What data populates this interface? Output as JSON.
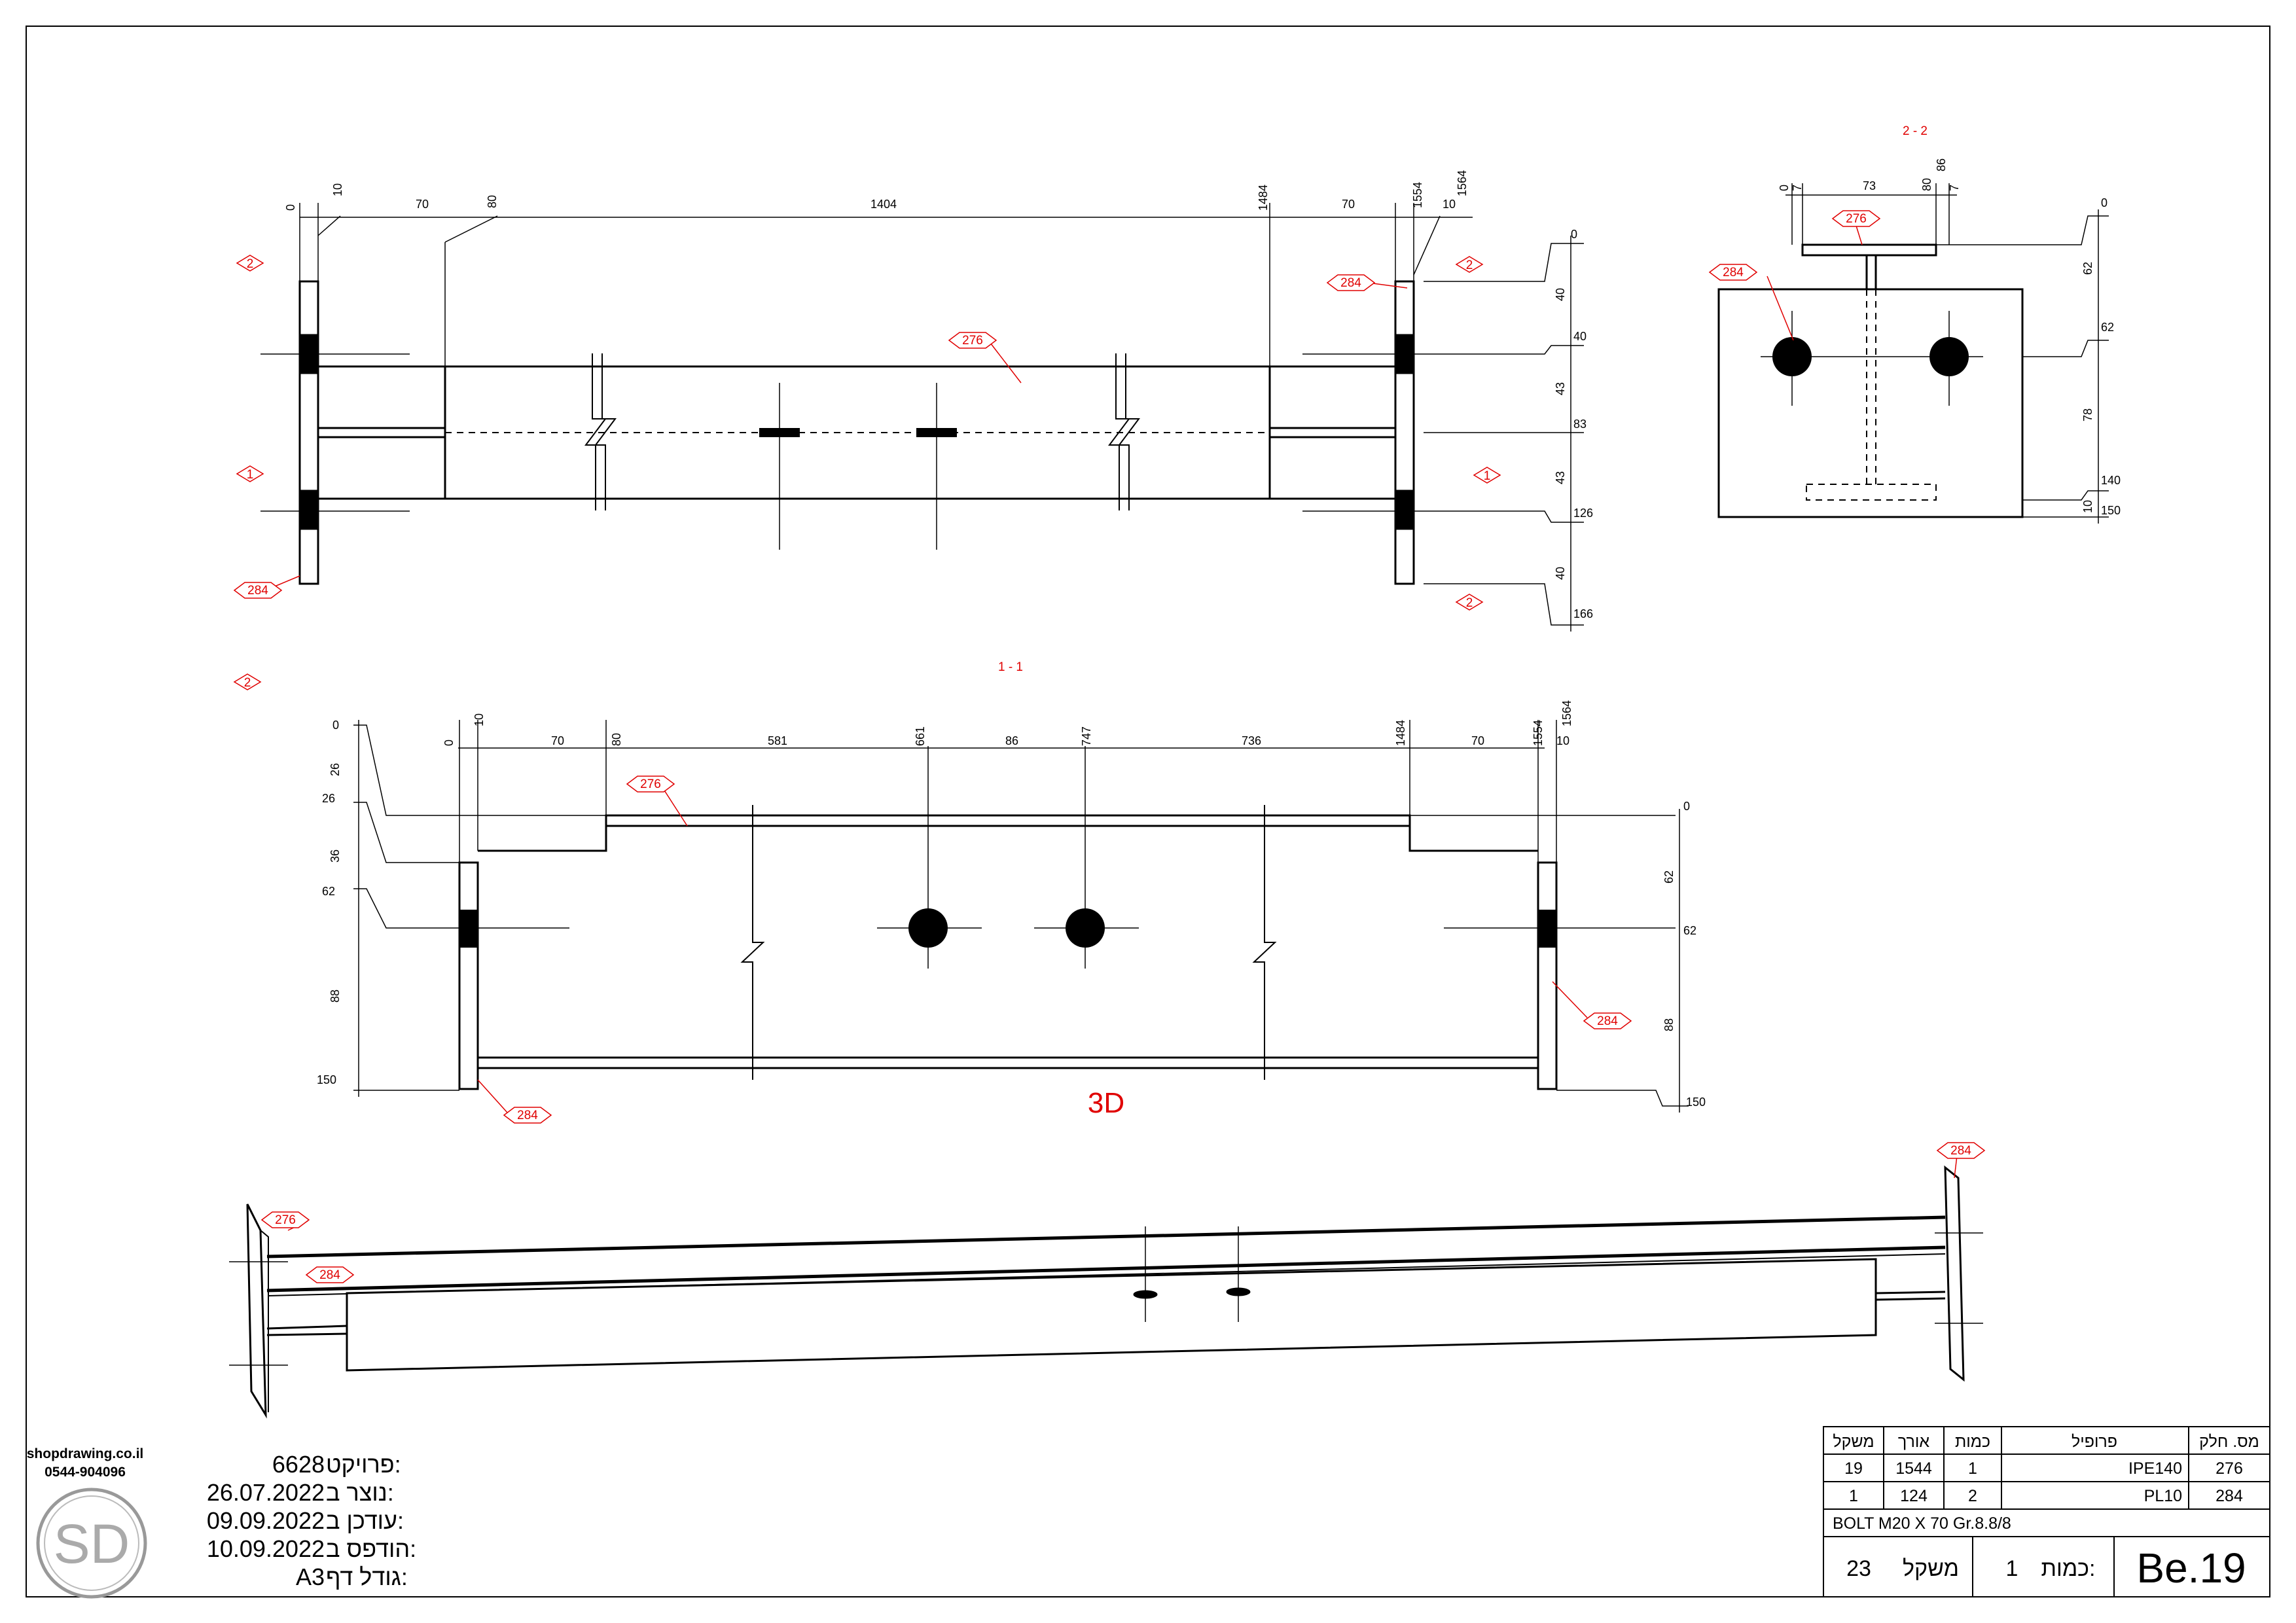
{
  "company": {
    "website": "shopdrawing.co.il",
    "phone": "0544-904096",
    "logo_text": "SD"
  },
  "stamp": [
    {
      "label": "פרויקט:",
      "value": "6628"
    },
    {
      "label": "נוצר ב:",
      "value": "26.07.2022"
    },
    {
      "label": "עודכן ב:",
      "value": "09.09.2022"
    },
    {
      "label": "הודפס ב:",
      "value": "10.09.2022"
    },
    {
      "label": "גודל דף:",
      "value": "A3"
    }
  ],
  "views": {
    "plan": {
      "top_dims": [
        "0",
        "10",
        "70",
        "80",
        "1404",
        "1484",
        "70",
        "1554",
        "10",
        "1564"
      ],
      "side_ordinates": [
        "0",
        "40",
        "83",
        "126",
        "166"
      ],
      "side_spans": [
        "40",
        "43",
        "43",
        "40"
      ],
      "section_marks": [
        "2",
        "1",
        "2",
        "1",
        "2",
        "2"
      ],
      "part_tags": [
        "276",
        "284",
        "284"
      ]
    },
    "section_1_1": {
      "title": "1 - 1",
      "top_dims": [
        "0",
        "10",
        "70",
        "80",
        "581",
        "661",
        "86",
        "747",
        "736",
        "1484",
        "70",
        "1554",
        "10",
        "1564"
      ],
      "left_ordinates": [
        "0",
        "26",
        "62",
        "150"
      ],
      "left_spans": [
        "26",
        "36",
        "88"
      ],
      "right_ordinates": [
        "0",
        "62",
        "150"
      ],
      "right_spans": [
        "62",
        "88"
      ],
      "part_tags": [
        "276",
        "284",
        "284"
      ]
    },
    "section_2_2": {
      "title": "2 - 2",
      "top_dims": [
        "0",
        "7",
        "73",
        "80",
        "86",
        "7"
      ],
      "right_ordinates": [
        "0",
        "62",
        "140",
        "150"
      ],
      "right_spans": [
        "62",
        "78",
        "10"
      ],
      "part_tags": [
        "276",
        "284"
      ]
    },
    "iso": {
      "title": "3D",
      "part_tags": [
        "284",
        "276",
        "284"
      ]
    }
  },
  "parts_table": {
    "headers": [
      "משקל",
      "אורך",
      "כמות",
      "פרופיל",
      "מס. חלק"
    ],
    "rows": [
      [
        "19",
        "1544",
        "1",
        "IPE140",
        "276"
      ],
      [
        "1",
        "124",
        "2",
        "PL10",
        "284"
      ]
    ],
    "bolt": "BOLT M20 X 70 Gr.8.8/8",
    "weight_label": "משקל",
    "weight_value": "23",
    "qty_label": "כמות:",
    "qty_value": "1",
    "mark": "Be.19"
  },
  "colors": {
    "line": "#000000",
    "annotation": "#e00000"
  }
}
